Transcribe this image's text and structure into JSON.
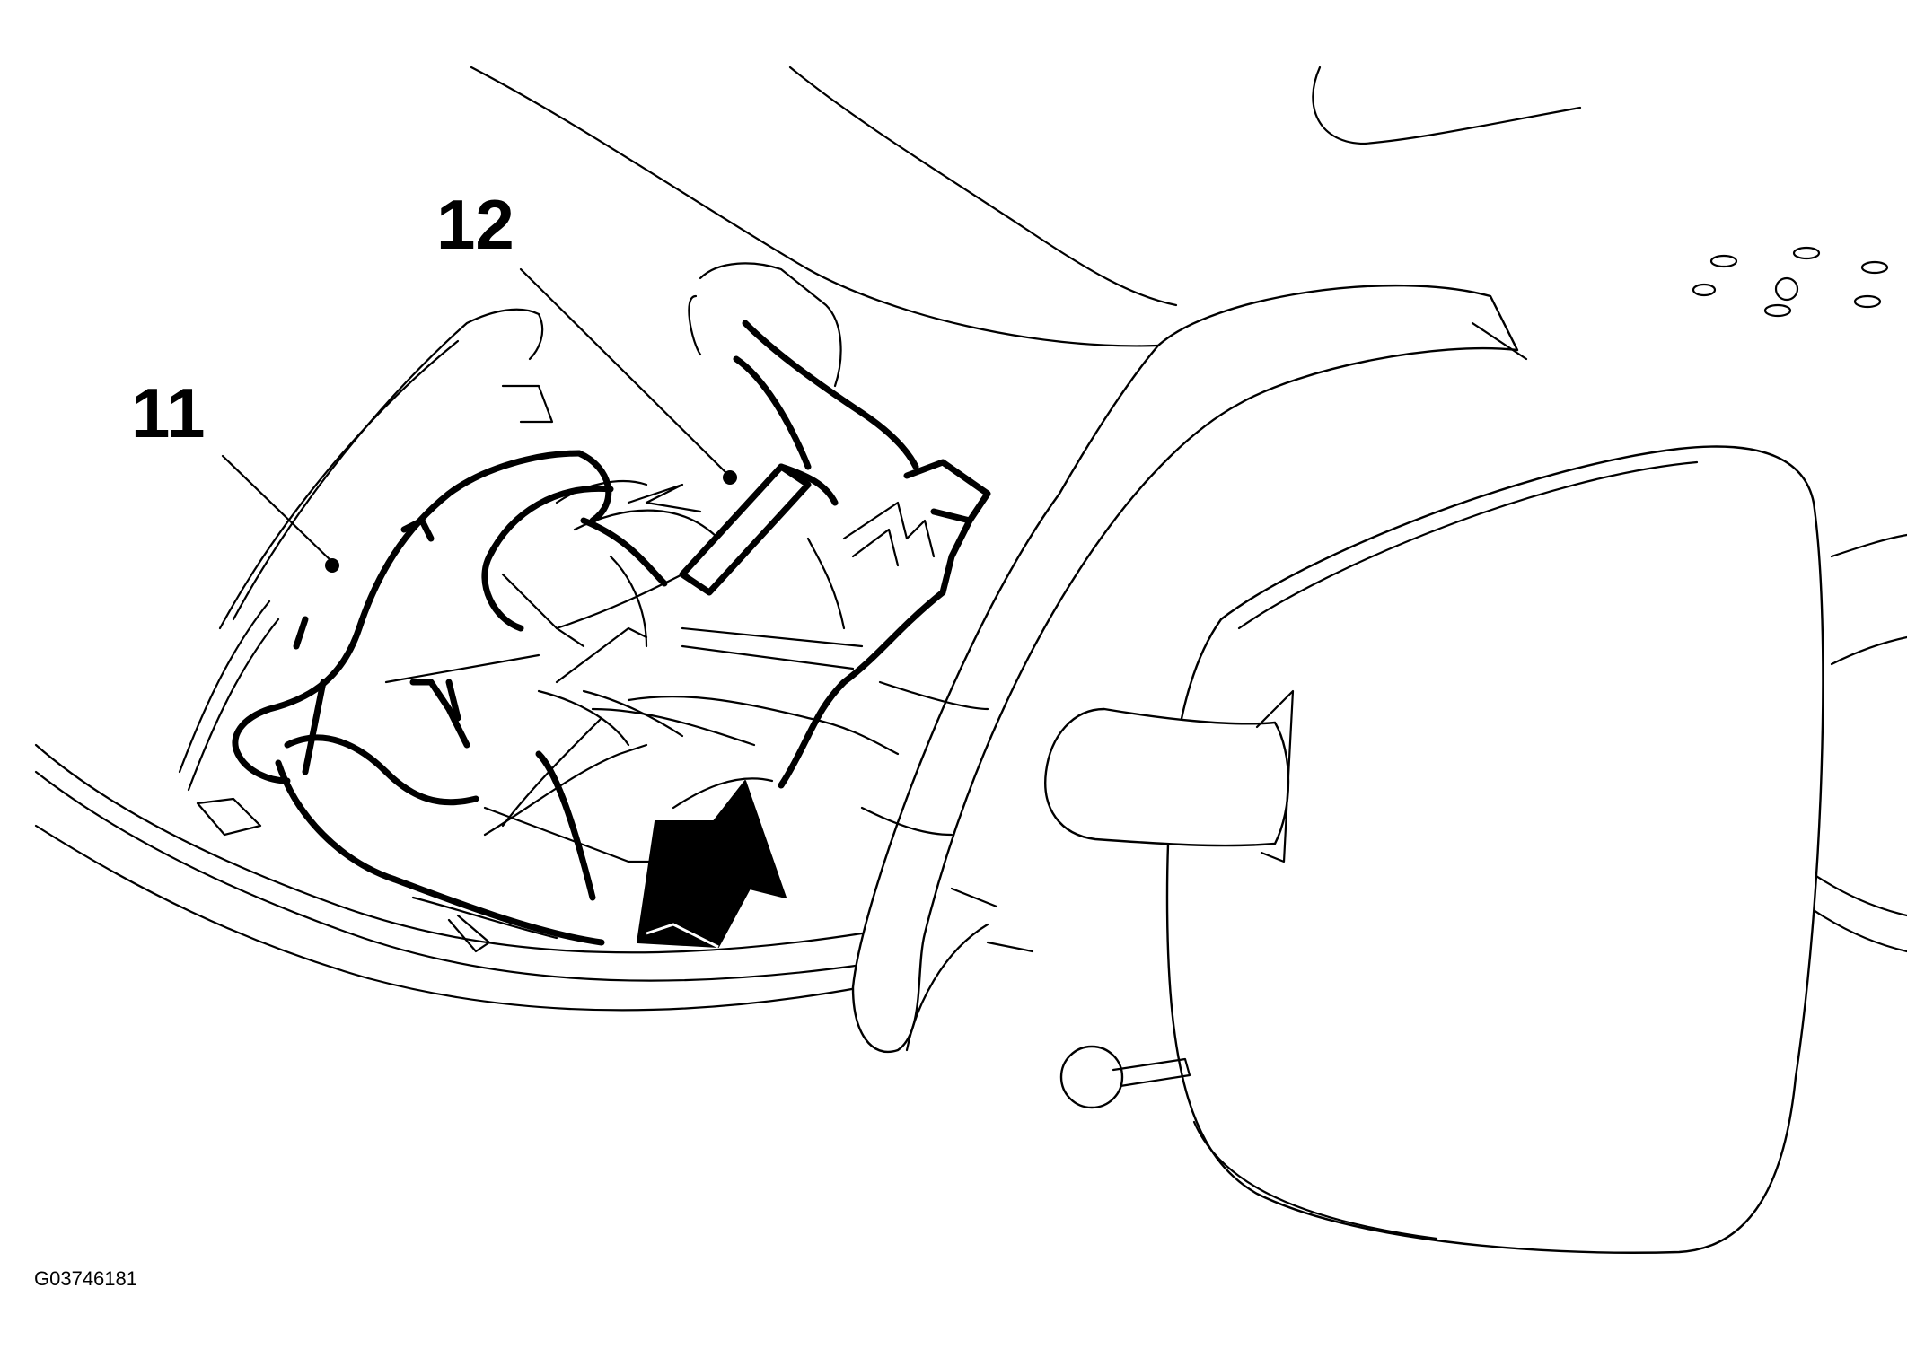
{
  "callouts": [
    {
      "label": "11"
    },
    {
      "label": "12"
    }
  ],
  "figure_id": "G03746181",
  "icons": [
    "direction-arrow-icon"
  ],
  "colors": {
    "line": "#000000",
    "background": "#ffffff"
  }
}
